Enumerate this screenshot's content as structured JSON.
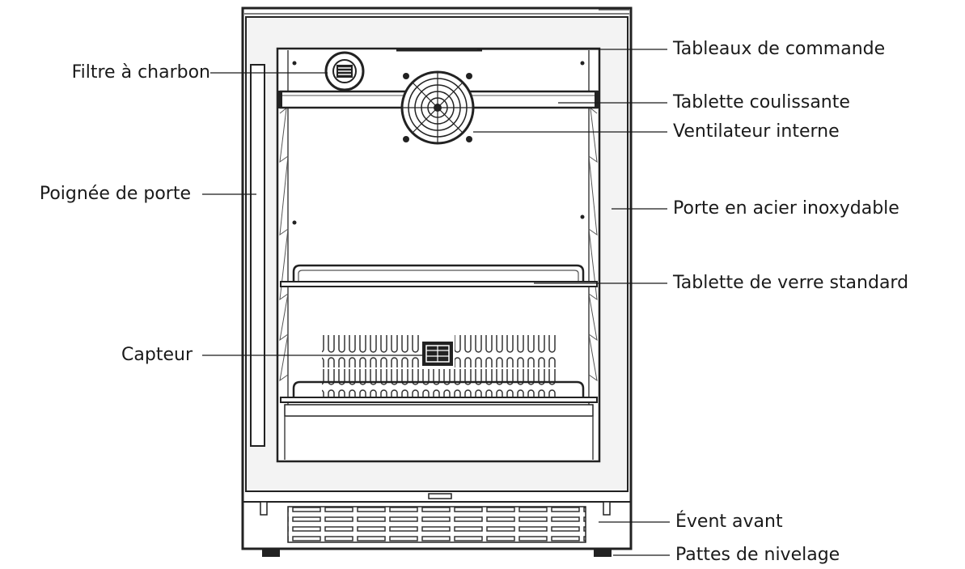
{
  "labels": {
    "left": [
      {
        "id": "filtre",
        "text": "Filtre à  charbon"
      },
      {
        "id": "poignee",
        "text": "Poignée de porte"
      },
      {
        "id": "capteur",
        "text": "Capteur"
      }
    ],
    "right": [
      {
        "id": "tableaux",
        "text": "Tableaux de commande"
      },
      {
        "id": "tablette-coulissante",
        "text": "Tablette coulissante"
      },
      {
        "id": "ventilateur",
        "text": "Ventilateur interne"
      },
      {
        "id": "porte",
        "text": "Porte en acier inoxydable"
      },
      {
        "id": "tablette-verre",
        "text": "Tablette de verre standard"
      },
      {
        "id": "event",
        "text": "Évent avant"
      },
      {
        "id": "pattes",
        "text": "Pattes de nivelage"
      }
    ]
  },
  "colors": {
    "line": "#1a1a1a",
    "frame": "#222222",
    "door": "#f2f2f2",
    "interior": "#ffffff"
  }
}
